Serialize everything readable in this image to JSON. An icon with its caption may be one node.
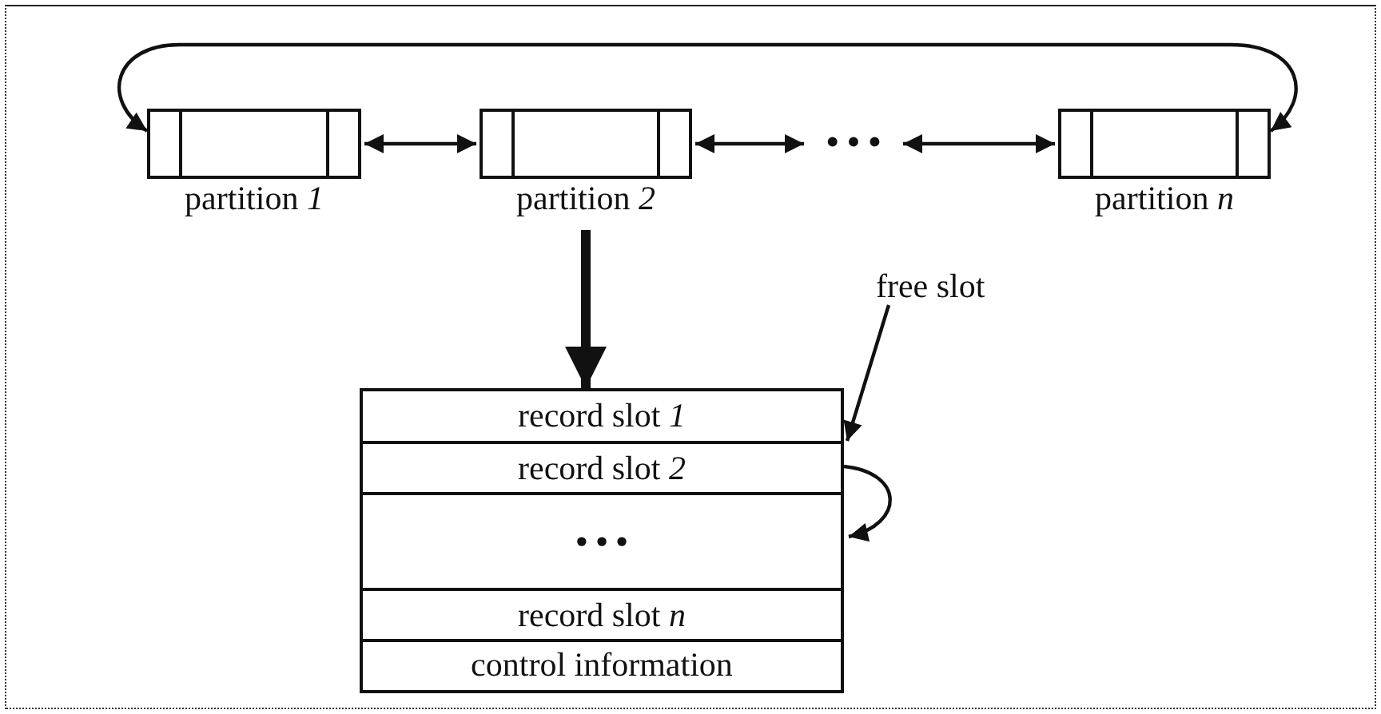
{
  "diagram": {
    "nodes": [
      {
        "text": [
          "partition *1*"
        ]
      },
      {
        "text": [
          "partition *2*"
        ]
      },
      {
        "text": [
          "• • •"
        ]
      },
      {
        "text": [
          "partition *n*"
        ]
      },
      {
        "text": [],
        "shape": "box"
      },
      {
        "text": [
          "record slot *1*"
        ],
        "in": 4
      },
      {
        "text": [
          "record slot *2*"
        ],
        "in": 4
      },
      {
        "text": [
          "• • •"
        ],
        "in": 4
      },
      {
        "text": [
          "record slot *n*"
        ],
        "in": 4
      },
      {
        "text": [
          "control information"
        ],
        "in": 4
      },
      {
        "text": [
          "free slot"
        ]
      }
    ],
    "edges": [
      {
        "from": 0,
        "to": 1,
        "arrow": "both"
      },
      {
        "from": 1,
        "to": 2,
        "arrow": "both"
      },
      {
        "from": 2,
        "to": 3,
        "arrow": "both"
      },
      {
        "from": 3,
        "to": 0,
        "arrow": "both"
      },
      {
        "from": 1,
        "to": 4,
        "arrow": "to",
        "style": "thick"
      },
      {
        "from": 10,
        "to": 6,
        "arrow": "to"
      },
      {
        "from": 6,
        "to": 7,
        "arrow": "to"
      }
    ]
  }
}
